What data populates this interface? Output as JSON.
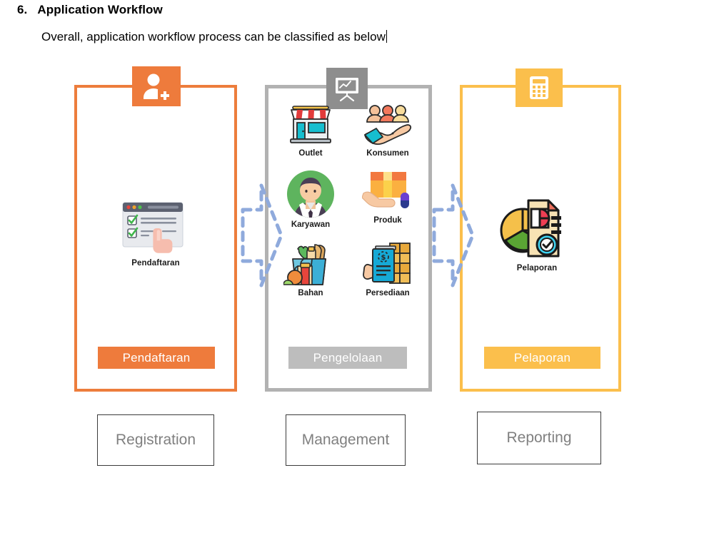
{
  "heading": {
    "number": "6.",
    "title": "Application Workflow"
  },
  "subtitle": "Overall, application workflow process can be classified as below",
  "colors": {
    "registration_orange": "#ED7D3C",
    "management_gray": "#B2B2B2",
    "reporting_amber": "#FBBF4C",
    "arrow_blue": "#8FAADC",
    "bottom_box_text": "#808080"
  },
  "columns": [
    {
      "id": "registration",
      "tab_icon": "add-user-icon",
      "illustration_icon": "registration-form-icon",
      "illustration_caption": "Pendaftaran",
      "pill_label": "Pendaftaran",
      "bottom_label": "Registration"
    },
    {
      "id": "management",
      "tab_icon": "presentation-chart-icon",
      "items": [
        {
          "icon": "shop-icon",
          "label": "Outlet"
        },
        {
          "icon": "customers-icon",
          "label": "Konsumen"
        },
        {
          "icon": "employee-icon",
          "label": "Karyawan"
        },
        {
          "icon": "product-box-icon",
          "label": "Produk"
        },
        {
          "icon": "grocery-bag-icon",
          "label": "Bahan"
        },
        {
          "icon": "inventory-icon",
          "label": "Persediaan"
        }
      ],
      "pill_label": "Pengelolaan",
      "bottom_label": "Management"
    },
    {
      "id": "reporting",
      "tab_icon": "calculator-icon",
      "illustration_icon": "report-pie-document-icon",
      "illustration_caption": "Pelaporan",
      "pill_label": "Pelaporan",
      "bottom_label": "Reporting"
    }
  ],
  "connectors": [
    {
      "name": "arrow-registration-to-management",
      "style": "dashed-chevron-right"
    },
    {
      "name": "arrow-management-to-reporting",
      "style": "dashed-chevron-right"
    }
  ]
}
